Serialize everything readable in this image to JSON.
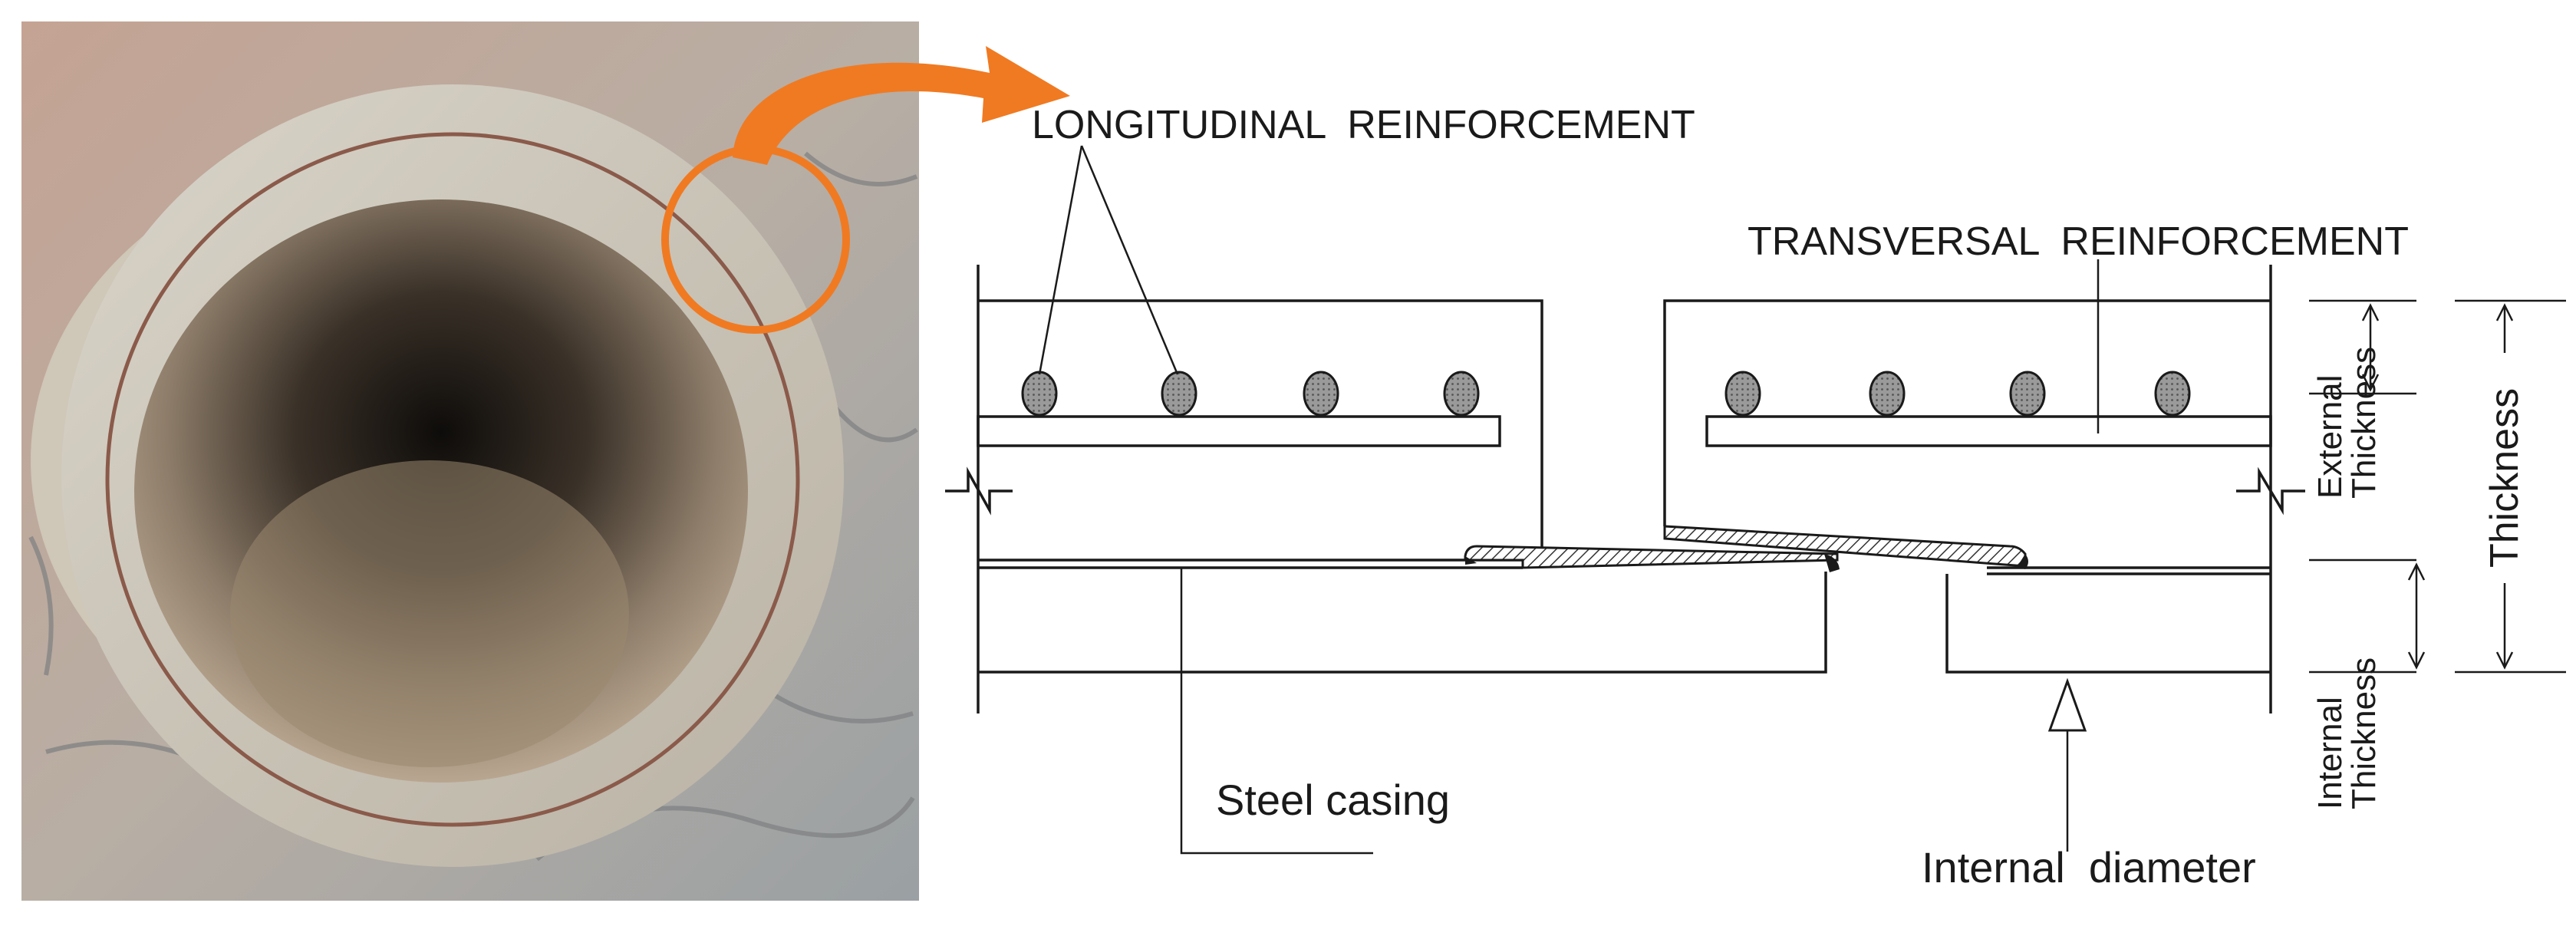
{
  "labels": {
    "longitudinal": "LONGITUDINAL  REINFORCEMENT",
    "transversal": "TRANSVERSAL  REINFORCEMENT",
    "steel_casing": "Steel casing",
    "internal_diameter": "Internal  diameter",
    "external_thickness_line1": "External",
    "external_thickness_line2": "Thickness",
    "internal_thickness_line1": "Internal",
    "internal_thickness_line2": "Thickness",
    "thickness": "Thickness"
  },
  "colors": {
    "highlight": "#f07a22",
    "line": "#1a1a1a",
    "rebar_fill": "#8c8c8c"
  },
  "photo": {
    "subject": "concrete-pipe-photo"
  }
}
